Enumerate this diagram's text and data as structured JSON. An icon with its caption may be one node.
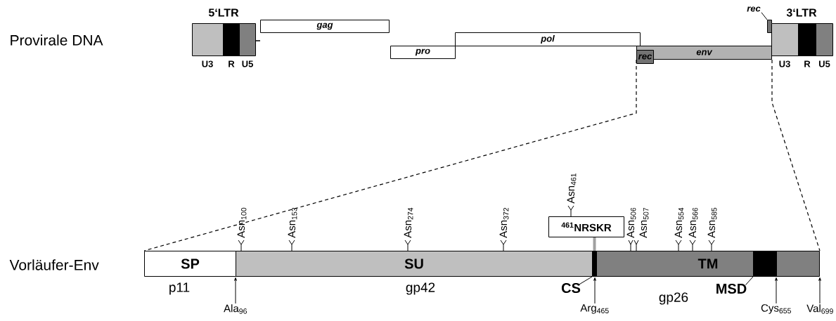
{
  "diagram": {
    "nodes": [
      {
        "text": [
          "5‘LTR"
        ]
      },
      {
        "text": [
          "gag"
        ]
      },
      {
        "text": [
          "pro"
        ]
      },
      {
        "text": [
          "pol"
        ]
      },
      {
        "text": [
          "env"
        ]
      },
      {
        "text": [
          "rec"
        ]
      },
      {
        "text": [],
        "shape": "bar"
      },
      {
        "text": [
          "rec"
        ]
      },
      {
        "text": [
          "3‘LTR"
        ]
      },
      {
        "text": [
          "SP"
        ],
        "beside": [
          "p11"
        ]
      },
      {
        "text": [
          "SU"
        ],
        "beside": [
          "gp42"
        ]
      },
      {
        "text": [
          "TM"
        ],
        "beside": [
          "gp26"
        ]
      },
      {
        "text": [],
        "shape": "bar",
        "in": 11
      },
      {
        "text": [
          "MSD"
        ]
      },
      {
        "text": [],
        "shape": "bar"
      },
      {
        "text": [
          "CS"
        ]
      },
      {
        "text": [
          "$^{461}$NRSKR"
        ]
      },
      {
        "text": [
          "Ala$_{96}$"
        ]
      },
      {
        "text": [
          "Arg$_{465}$"
        ]
      },
      {
        "text": [
          "Cys$_{655}$"
        ]
      },
      {
        "text": [
          "Val$_{699}$"
        ]
      }
    ],
    "edges": [
      {
        "from": 7,
        "to": 6,
        "arrow": "none"
      },
      {
        "from": 4,
        "to": 9,
        "arrow": "none",
        "style": "dashed"
      },
      {
        "from": 4,
        "to": 11,
        "arrow": "none",
        "style": "dashed"
      },
      {
        "from": 16,
        "to": 14,
        "arrow": "none",
        "style": "thick",
        "color": "#a0a0a0"
      },
      {
        "from": 15,
        "to": 14,
        "arrow": "none"
      },
      {
        "from": 13,
        "to": 12,
        "arrow": "none"
      },
      {
        "from": 17,
        "to": 10,
        "arrow": "to"
      },
      {
        "from": 18,
        "to": 11,
        "arrow": "to"
      },
      {
        "from": 19,
        "to": 11,
        "arrow": "to"
      },
      {
        "from": 20,
        "to": 11,
        "arrow": "to"
      }
    ],
    "labels": [
      "Provirale DNA",
      "U3",
      "R",
      "U5",
      "U3",
      "R",
      "U5",
      "Asn$_{461}$",
      "Asn$_{100}$",
      "Asn$_{153}$",
      "Asn$_{274}$",
      "Asn$_{372}$",
      "Asn$_{506}$",
      "Asn$_{507}$",
      "Asn$_{554}$",
      "Asn$_{566}$",
      "Asn$_{585}$",
      "Vorläufer-Env"
    ]
  }
}
